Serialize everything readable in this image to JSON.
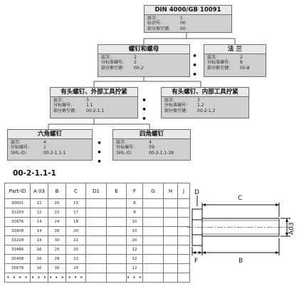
{
  "tree": {
    "nodes": [
      {
        "title": "DIN 4000/GB 10091",
        "rows": [
          {
            "k": "层次:",
            "v": "1"
          },
          {
            "k": "标识号:",
            "v": "00"
          },
          {
            "k": "部分索引键:",
            "v": "00"
          }
        ]
      },
      {
        "title": "螺钉和螺母",
        "rows": [
          {
            "k": "层次:",
            "v": "2"
          },
          {
            "k": "分标准编号:",
            "v": "2"
          },
          {
            "k": "部分索引键:",
            "v": "00-2"
          }
        ]
      },
      {
        "title": "法 兰",
        "rows": [
          {
            "k": "层次:",
            "v": "2"
          },
          {
            "k": "分标准编号:",
            "v": "8"
          },
          {
            "k": "部分索引键:",
            "v": "00-8"
          }
        ]
      },
      {
        "title": "有头螺钉、外部工具拧紧",
        "rows": [
          {
            "k": "层次:",
            "v": "3"
          },
          {
            "k": "分标编号:",
            "v": "1.1"
          },
          {
            "k": "部分索引键:",
            "v": "00-2-1.1"
          }
        ]
      },
      {
        "title": "有头螺钉、内部工具拧紧",
        "rows": [
          {
            "k": "层次:",
            "v": "3"
          },
          {
            "k": "分标准编号:",
            "v": "1.2"
          },
          {
            "k": "部分索引键:",
            "v": "00-2-1.2"
          }
        ]
      },
      {
        "title": "六角螺钉",
        "rows": [
          {
            "k": "层次:",
            "v": "4"
          },
          {
            "k": "分标编号:",
            "v": "1"
          },
          {
            "k": "SML-ID:",
            "v": "00-2-1.1-1"
          }
        ]
      },
      {
        "title": "四角螺钉",
        "rows": [
          {
            "k": "层次:",
            "v": "4"
          },
          {
            "k": "分标编号:",
            "v": "39"
          },
          {
            "k": "SML-ID:",
            "v": "00-2-1.1-39"
          }
        ]
      }
    ],
    "ellipsis": [
      "• • •",
      "• • •",
      "• • •"
    ]
  },
  "selected_code": "00-2-1.1-1",
  "table": {
    "headers": [
      "Part-ID",
      "A 03",
      "B",
      "C",
      "D1",
      "E",
      "F",
      "G",
      "H",
      "J"
    ],
    "rows": [
      [
        "30001",
        "12",
        "20",
        "15",
        "",
        "",
        "8",
        "",
        "",
        ""
      ],
      [
        "31203",
        "12",
        "22",
        "17",
        "",
        "",
        "8",
        "",
        "",
        ""
      ],
      [
        "32876",
        "14",
        "24",
        "18",
        "",
        "",
        "10",
        "",
        "",
        ""
      ],
      [
        "32908",
        "14",
        "26",
        "20",
        "",
        "",
        "10",
        "",
        "",
        ""
      ],
      [
        "33218",
        "14",
        "30",
        "22",
        "",
        "",
        "10",
        "",
        "",
        ""
      ],
      [
        "33466",
        "16",
        "25",
        "20",
        "",
        "",
        "12",
        "",
        "",
        ""
      ],
      [
        "35458",
        "16",
        "28",
        "22",
        "",
        "",
        "12",
        "",
        "",
        ""
      ],
      [
        "35678",
        "16",
        "30",
        "24",
        "",
        "",
        "12",
        "",
        "",
        ""
      ],
      [
        "• • • •",
        "• • •",
        "• • •",
        "• • •",
        "",
        "",
        "• • •",
        "",
        "",
        ""
      ]
    ]
  },
  "drawing": {
    "label_d": "D",
    "label_c": "C",
    "label_a": "A03",
    "label_f": "F",
    "label_b": "B"
  }
}
